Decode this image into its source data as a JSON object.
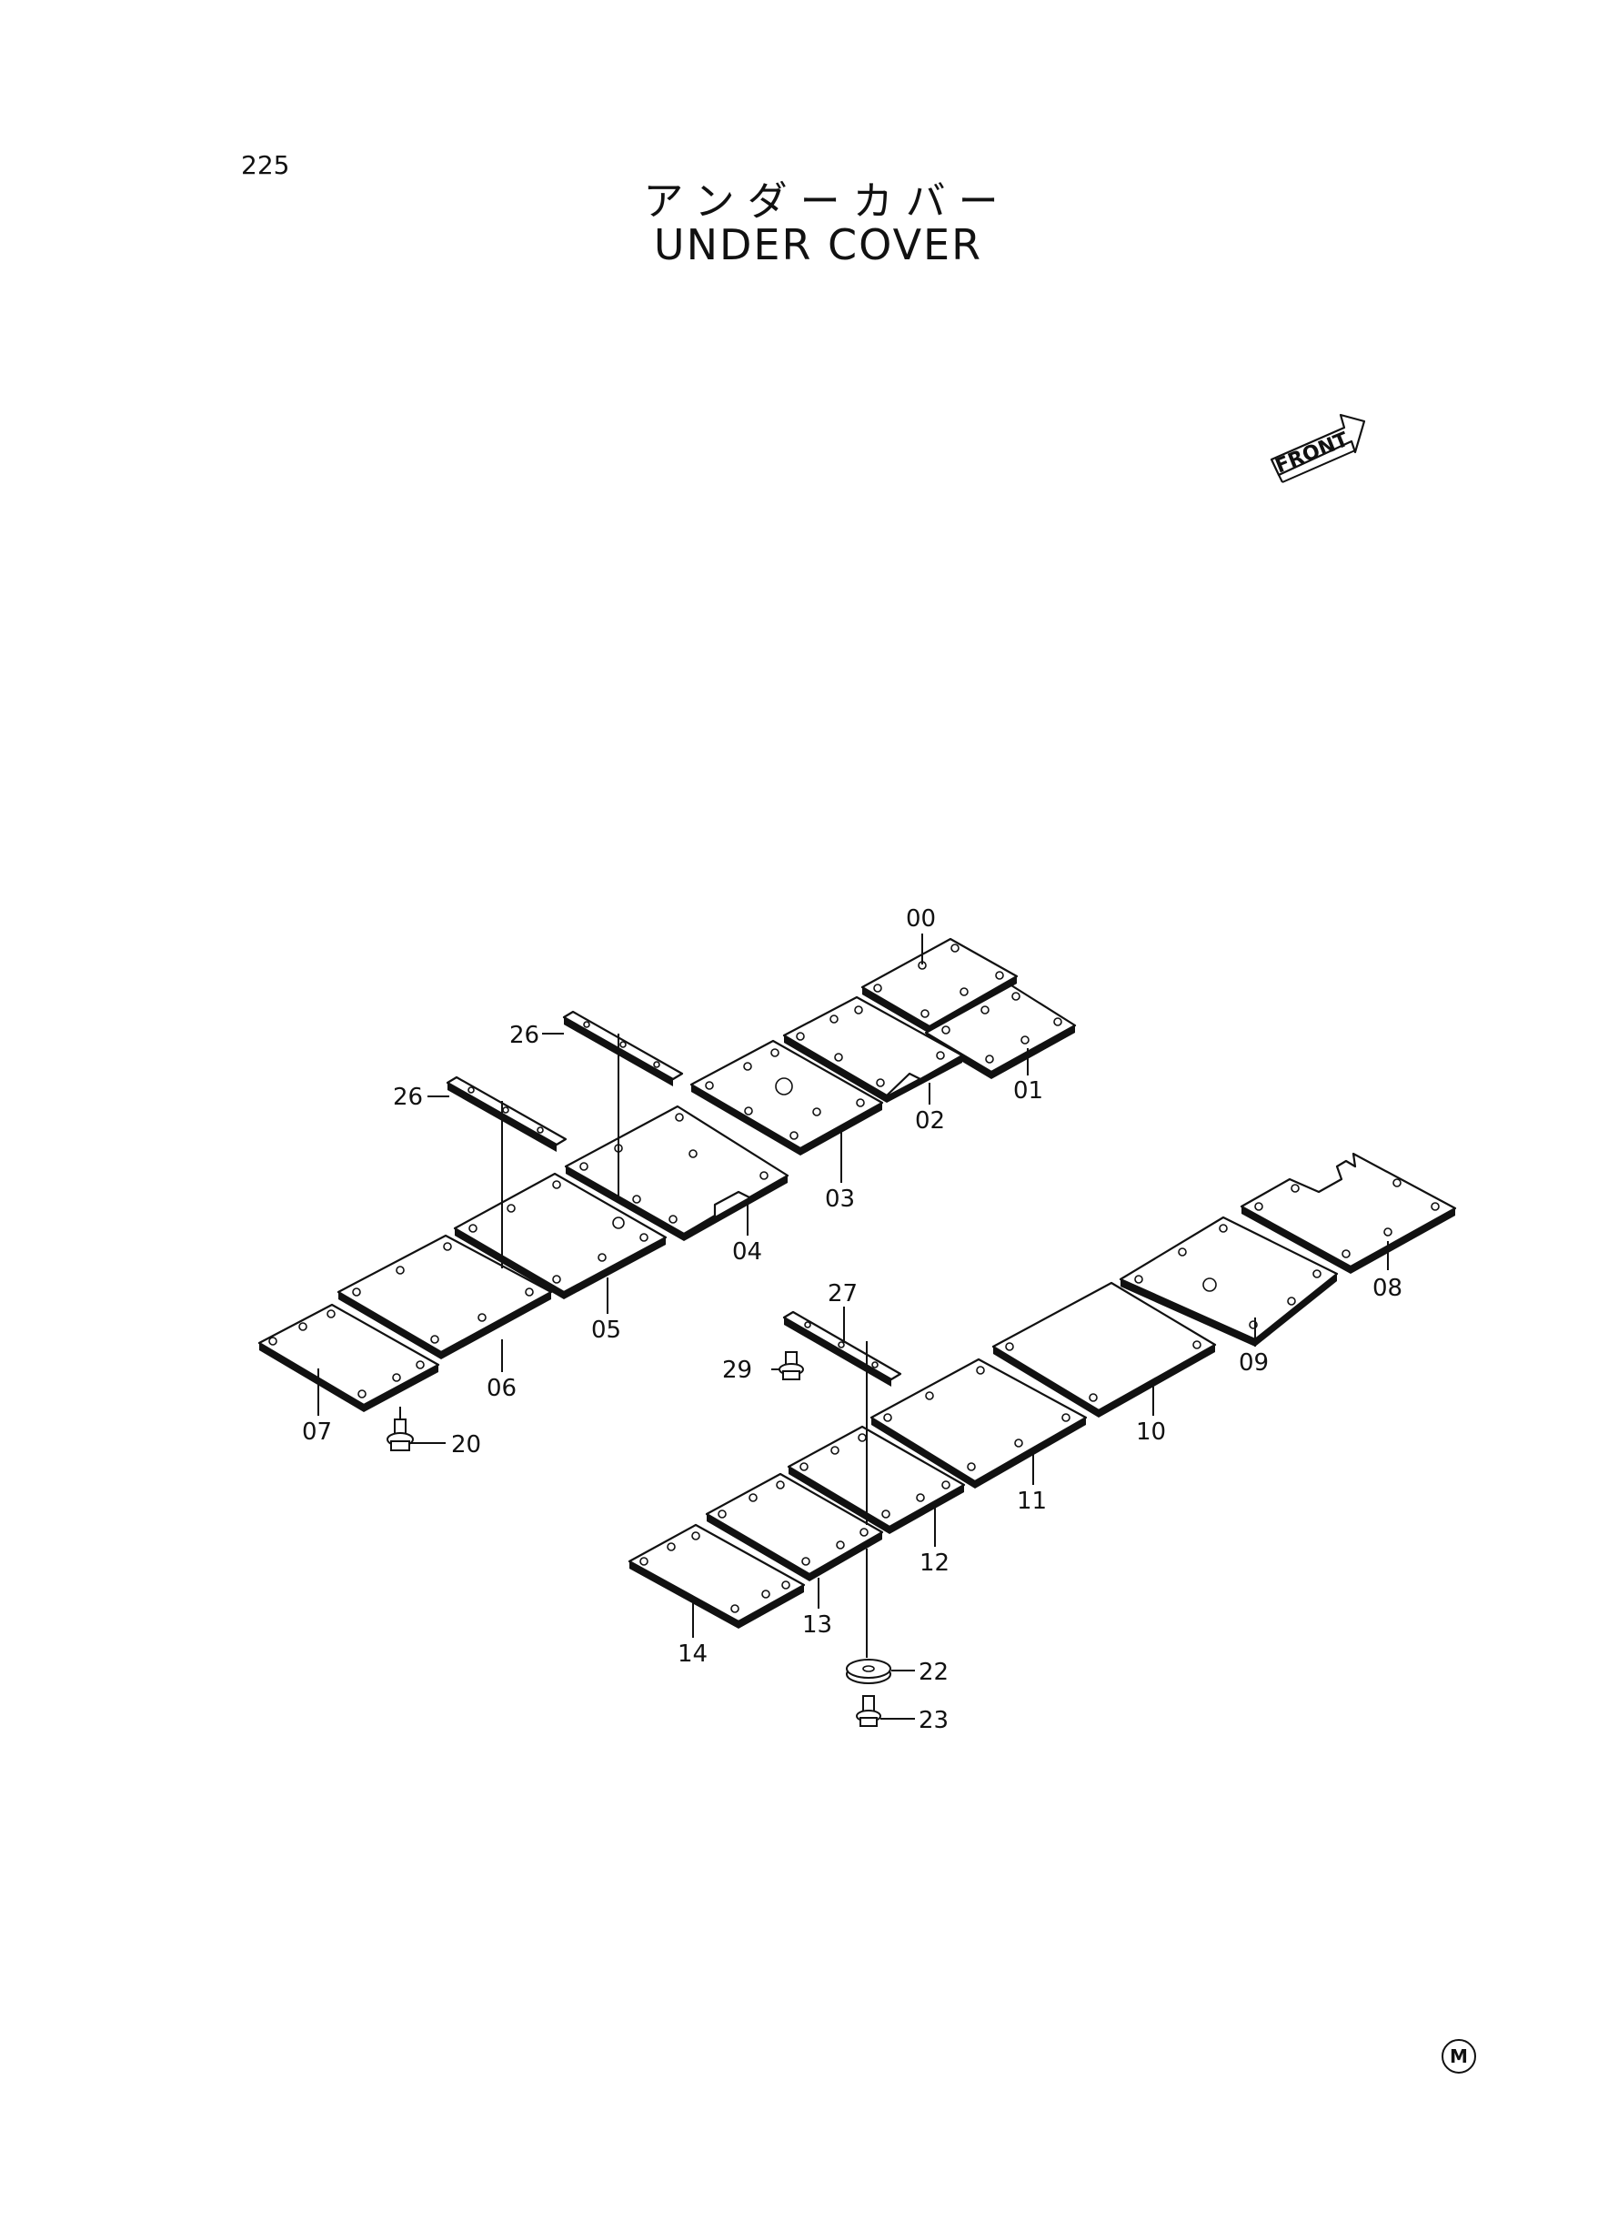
{
  "header": {
    "page_number": "225",
    "title_jp": "アンダーカバー",
    "title_en": "UNDER COVER"
  },
  "front_arrow": {
    "label": "FRONT"
  },
  "callouts": {
    "p00": "00",
    "p01": "01",
    "p02": "02",
    "p03": "03",
    "p04": "04",
    "p05": "05",
    "p06": "06",
    "p07": "07",
    "p08": "08",
    "p09": "09",
    "p10": "10",
    "p11": "11",
    "p12": "12",
    "p13": "13",
    "p14": "14",
    "p20": "20",
    "p22": "22",
    "p23": "23",
    "p26a": "26",
    "p26b": "26",
    "p27": "27",
    "p29": "29"
  },
  "footer": {
    "mark": "M"
  }
}
